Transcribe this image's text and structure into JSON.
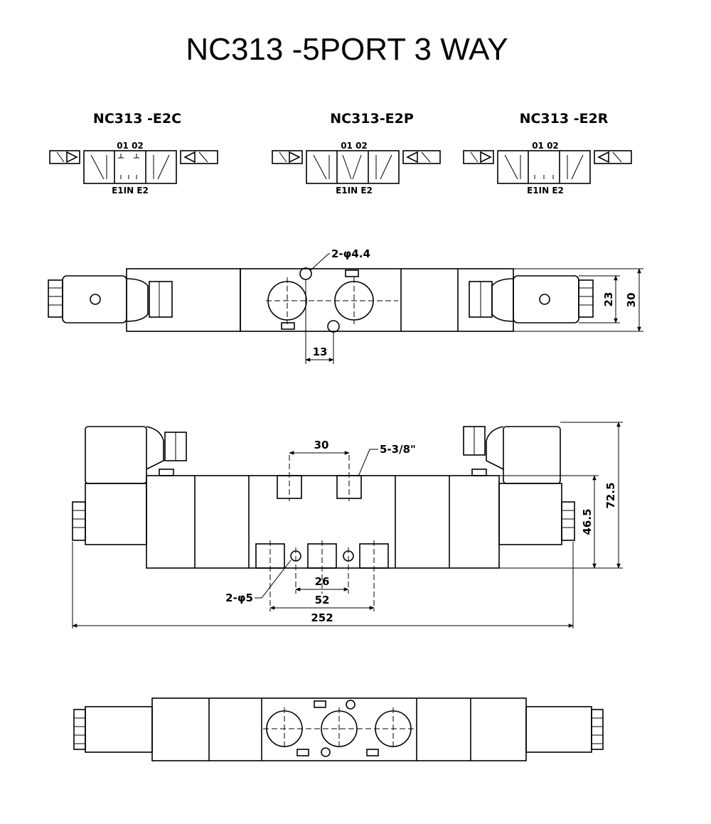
{
  "title": "NC313 -5PORT 3 WAY",
  "models": [
    "NC313 -E2C",
    "NC313-E2P",
    "NC313 -E2R"
  ],
  "symbol_ports": {
    "top": "01 02",
    "bottom": "E1IN E2"
  },
  "dimensions": {
    "hole_top": "2-φ4.4",
    "height_23": "23",
    "height_30": "30",
    "pitch_13": "13",
    "port_pitch_30": "30",
    "port_thread": "5-3/8\"",
    "height_725": "72.5",
    "height_465": "46.5",
    "hole_front": "2-φ5",
    "pitch_26": "26",
    "pitch_52": "52",
    "length_252": "252"
  },
  "markings": [
    "01",
    "02",
    "01",
    "E1",
    "E2",
    "E1",
    "E2",
    "IN"
  ]
}
